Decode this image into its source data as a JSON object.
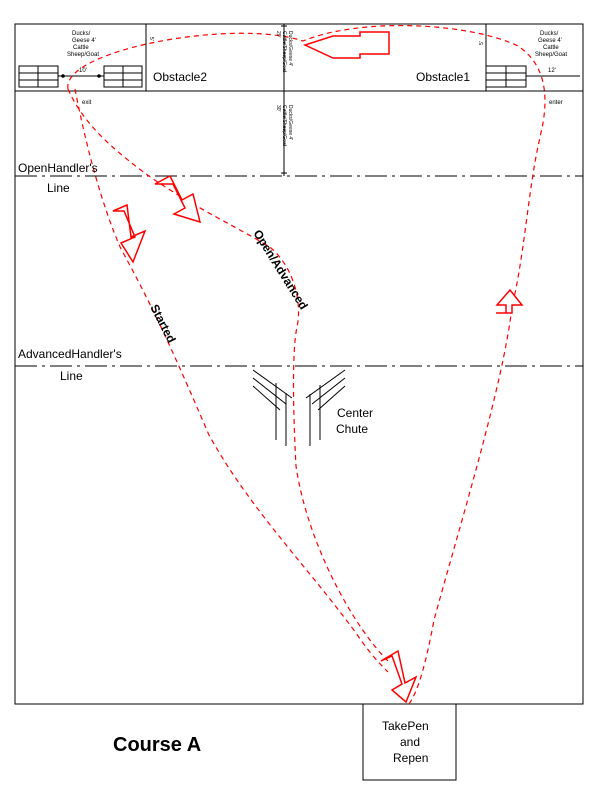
{
  "course": {
    "title": "Course A",
    "obstacle1": "Obstacle1",
    "obstacle2": "Obstacle2",
    "open_line_1": "OpenHandler's",
    "open_line_2": "Line",
    "advanced_line_1": "AdvancedHandler's",
    "advanced_line_2": "Line",
    "center_chute_1": "Center",
    "center_chute_2": "Chute",
    "pen_1": "TakePen",
    "pen_2": "and",
    "pen_3": "Repen",
    "route_open_advanced": "Open/Advanced",
    "route_started": "Started",
    "exit_label": "exit",
    "enter_label": "enter"
  },
  "measurements": {
    "left_obstacle": [
      "Ducks/",
      "Geese 4'",
      "Cattle",
      "Sheep/Goat",
      "10'"
    ],
    "right_obstacle": [
      "Ducks/",
      "Geese 4'",
      "Cattle",
      "Sheep/Goat",
      "12'"
    ],
    "center_top": [
      "Ducks/Geese 4'",
      "Cattle/Sheep/Goat",
      "20'"
    ],
    "center_mid": [
      "Ducks/Geese 4'",
      "Cattle/Sheep/Goat",
      "30'"
    ],
    "left_gap": "5'",
    "right_gap": "5'"
  },
  "colors": {
    "route": "#ff0000",
    "lines": "#000000"
  }
}
